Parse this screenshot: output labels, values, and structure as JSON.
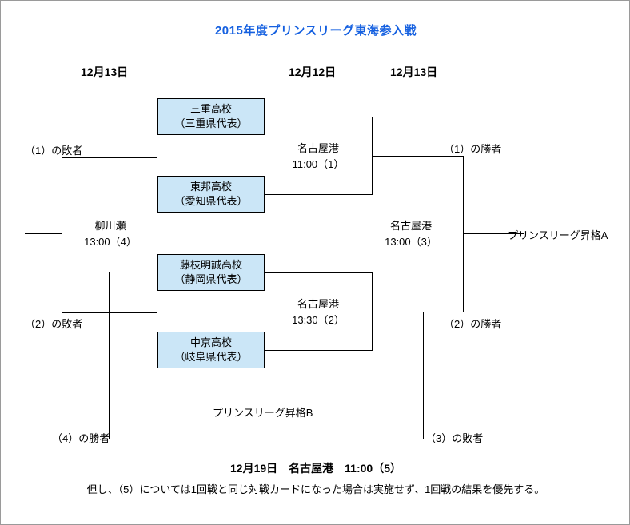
{
  "title": "2015年度プリンスリーグ東海参入戦",
  "accent_color": "#1560e0",
  "box_fill_color": "#cbe6f7",
  "date_headers": [
    {
      "label": "12月13日"
    },
    {
      "label": "12月12日"
    },
    {
      "label": "12月13日"
    }
  ],
  "teams": [
    {
      "name": "三重高校",
      "region": "（三重県代表）"
    },
    {
      "name": "東邦高校",
      "region": "（愛知県代表）"
    },
    {
      "name": "藤枝明誠高校",
      "region": "（静岡県代表）"
    },
    {
      "name": "中京高校",
      "region": "（岐阜県代表）"
    }
  ],
  "matches": [
    {
      "venue": "名古屋港",
      "time": "11:00（1）"
    },
    {
      "venue": "名古屋港",
      "time": "13:30（2）"
    },
    {
      "venue": "名古屋港",
      "time": "13:00（3）"
    },
    {
      "venue": "柳川瀬",
      "time": "13:00（4）"
    }
  ],
  "side_labels": {
    "loser_1": "（1）の敗者",
    "loser_2": "（2）の敗者",
    "winner_1": "（1）の勝者",
    "winner_2": "（2）の勝者",
    "winner_4": "（4）の勝者",
    "loser_3": "（3）の敗者"
  },
  "promotions": {
    "a": "プリンスリーグ昇格A",
    "b": "プリンスリーグ昇格B"
  },
  "footnotes": {
    "main": "12月19日　名古屋港　11:00（5）",
    "note": "但し、（5）については1回戦と同じ対戦カードになった場合は実施せず、1回戦の結果を優先する。"
  }
}
